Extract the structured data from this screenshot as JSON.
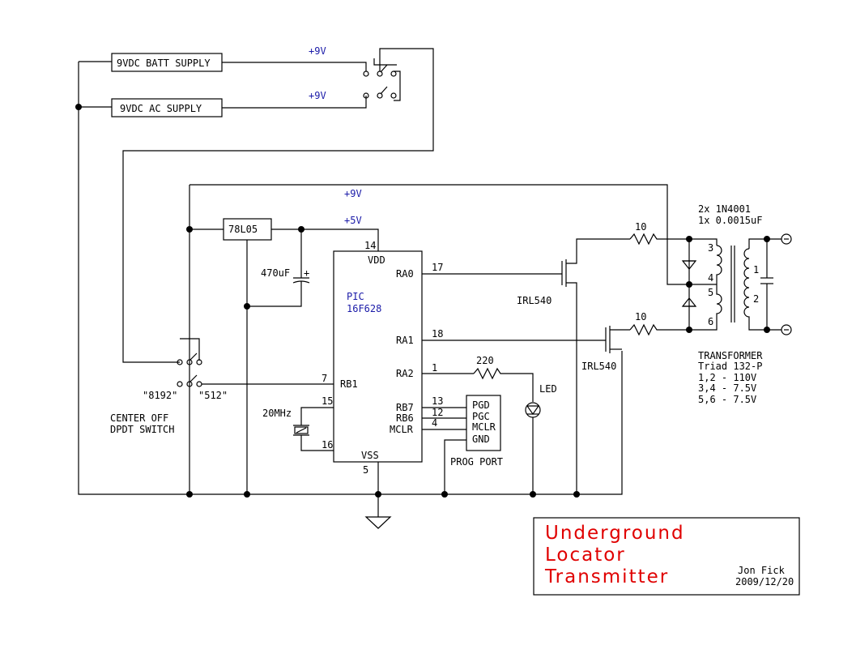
{
  "blocks": {
    "batt_supply": "9VDC BATT SUPPLY",
    "ac_supply": "9VDC AC SUPPLY",
    "regulator": "78L05",
    "prog_port_label": "PROG PORT"
  },
  "rails": {
    "batt_v": "+9V",
    "ac_v": "+9V",
    "rail_9v": "+9V",
    "rail_5v": "+5V"
  },
  "capacitor": "470uF",
  "cap_polarity": "+",
  "crystal": "20MHz",
  "resistors": {
    "r220": "220",
    "r10a": "10",
    "r10b": "10"
  },
  "led": "LED",
  "mosfets": {
    "q1": "IRL540",
    "q2": "IRL540"
  },
  "switch": {
    "left": "\"8192\"",
    "right": "\"512\"",
    "desc1": "CENTER OFF",
    "desc2": "DPDT SWITCH"
  },
  "pic": {
    "name1": "PIC",
    "name2": "16F628",
    "vdd": "VDD",
    "vss": "VSS",
    "ra0": "RA0",
    "ra1": "RA1",
    "ra2": "RA2",
    "rb1": "RB1",
    "rb7": "RB7",
    "rb6": "RB6",
    "mclr": "MCLR",
    "pin14": "14",
    "pin17": "17",
    "pin18": "18",
    "pin1": "1",
    "pin7": "7",
    "pin13": "13",
    "pin12": "12",
    "pin4": "4",
    "pin15": "15",
    "pin16": "16",
    "pin5": "5"
  },
  "prog_pins": {
    "pgd": "PGD",
    "pgc": "PGC",
    "mclr": "MCLR",
    "gnd": "GND"
  },
  "transformer_notes": {
    "line1": "2x 1N4001",
    "line2": "1x 0.0015uF"
  },
  "transformer_pins": {
    "p3": "3",
    "p4": "4",
    "p5": "5",
    "p6": "6",
    "p1": "1",
    "p2": "2"
  },
  "transformer_spec": {
    "l1": "TRANSFORMER",
    "l2": "Triad 132-P",
    "l3": "1,2 - 110V",
    "l4": "3,4 - 7.5V",
    "l5": "5,6 - 7.5V"
  },
  "title": {
    "line1": "Underground",
    "line2": "Locator",
    "line3": "Transmitter"
  },
  "author": {
    "name": "Jon Fick",
    "date": "2009/12/20"
  },
  "colors": {
    "accent": "#e00000",
    "annotation": "#1a1aa8"
  }
}
